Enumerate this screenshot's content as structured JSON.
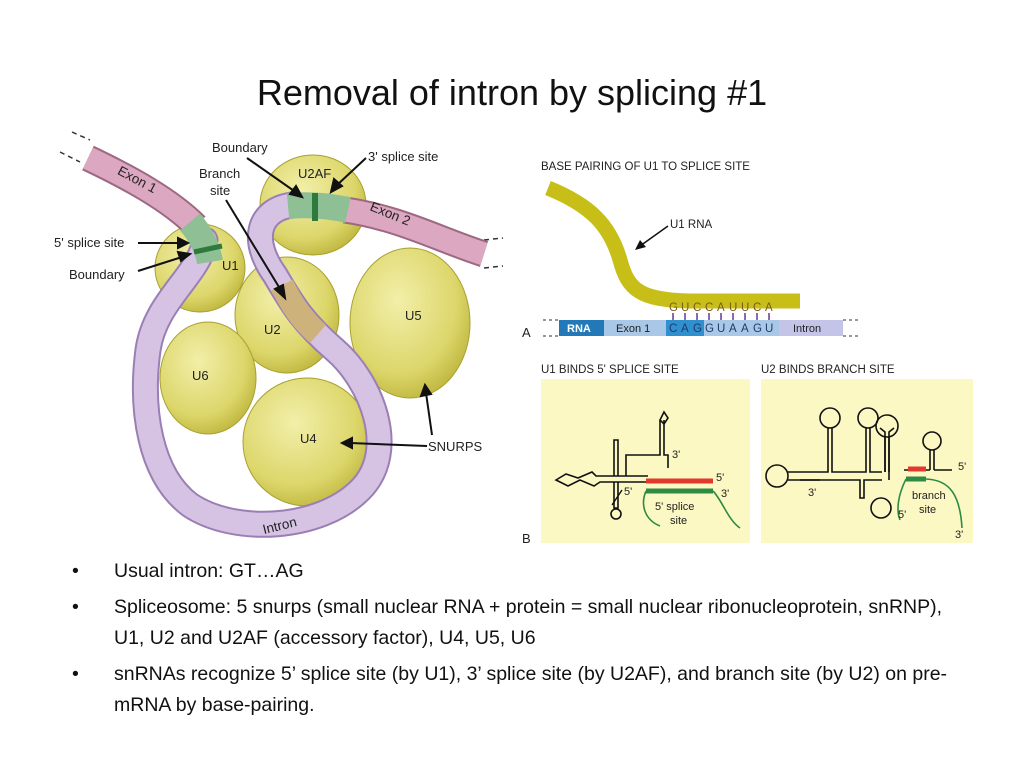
{
  "slide": {
    "title": "Removal of intron by splicing #1"
  },
  "left_figure": {
    "labels": {
      "exon1": "Exon 1",
      "exon2": "Exon 2",
      "intron": "Intron",
      "u1": "U1",
      "u2": "U2",
      "u2af": "U2AF",
      "u4": "U4",
      "u5": "U5",
      "u6": "U6",
      "boundary_top": "Boundary",
      "boundary_left": "Boundary",
      "branch_site_line1": "Branch",
      "branch_site_line2": "site",
      "five_splice_site": "5' splice site",
      "three_splice_site": "3' splice site",
      "snurps": "SNURPS"
    },
    "colors": {
      "snurp": "#ddd96a",
      "exon": "#d8a2bd",
      "intron": "#cdb3dc",
      "boundary": "#9cc9a0",
      "splice": "#2e7a3c",
      "branch": "#d1b782"
    }
  },
  "base_pairing_panel": {
    "heading": "BASE PAIRING OF U1 TO SPLICE SITE",
    "u1_rna_label": "U1 RNA",
    "u1_sequence": [
      "G",
      "U",
      "C",
      "C",
      "A",
      "U",
      "U",
      "C",
      "A"
    ],
    "rna_box": "RNA",
    "exon1_box": "Exon 1",
    "exon_sequence": [
      "C",
      "A",
      "G"
    ],
    "intron_sequence": [
      "G",
      "U",
      "A",
      "A",
      "G",
      "U"
    ],
    "intron_box": "Intron",
    "panel_letter": "A",
    "colors": {
      "u1_rna": "#c7bf18",
      "rna_box": "#2378b7",
      "exon_box": "#a9c7e6",
      "intron_box": "#c4c3e8",
      "pair_tick": "#8d6bb2"
    }
  },
  "binding_panels": {
    "left_heading": "U1 BINDS 5' SPLICE SITE",
    "right_heading": "U2 BINDS BRANCH SITE",
    "panel_letter": "B",
    "left": {
      "three_prime_top": "3'",
      "five_prime_right": "5'",
      "five_prime_left": "5'",
      "three_prime_right": "3'",
      "site_line1": "5' splice",
      "site_line2": "site"
    },
    "right": {
      "five_prime": "5'",
      "three_prime_left": "3'",
      "five_prime_bottom": "5'",
      "site_line1": "branch",
      "site_line2": "site",
      "three_prime_bottom": "3'"
    },
    "colors": {
      "background": "#fbf8c4",
      "red": "#e03a2f",
      "green": "#2f8a44"
    }
  },
  "bullets": [
    {
      "symbol": "•",
      "text": "Usual intron: GT…AG"
    },
    {
      "symbol": "•",
      "text": "Spliceosome: 5 snurps (small nuclear RNA + protein = small nuclear ribonucleoprotein, snRNP), U1, U2 and U2AF (accessory factor), U4, U5, U6"
    },
    {
      "symbol": "•",
      "text": "snRNAs recognize 5’ splice site (by U1), 3’ splice site (by U2AF), and branch site (by U2) on pre-mRNA by base-pairing."
    }
  ]
}
